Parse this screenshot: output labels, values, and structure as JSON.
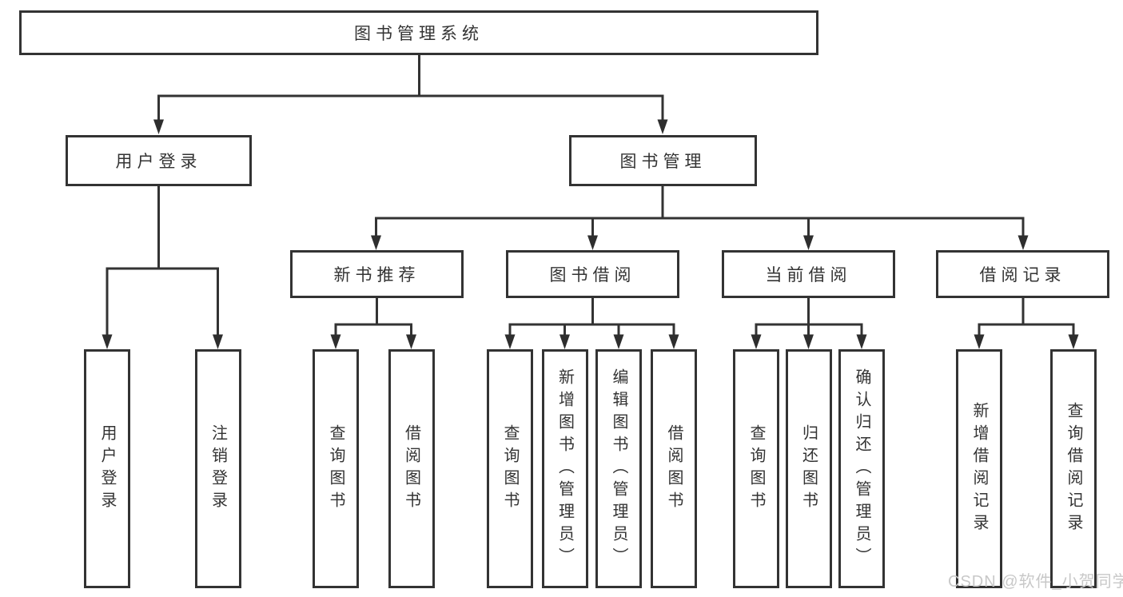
{
  "diagram": {
    "root": {
      "label": "图书管理系统"
    },
    "branches": [
      {
        "label": "用户登录",
        "children": [
          {
            "label": "用户登录"
          },
          {
            "label": "注销登录"
          }
        ]
      },
      {
        "label": "图书管理",
        "children": [
          {
            "label": "新书推荐",
            "children": [
              {
                "label": "查询图书"
              },
              {
                "label": "借阅图书"
              }
            ]
          },
          {
            "label": "图书借阅",
            "children": [
              {
                "label": "查询图书"
              },
              {
                "label": "新增图书（管理员）"
              },
              {
                "label": "编辑图书（管理员）"
              },
              {
                "label": "借阅图书"
              }
            ]
          },
          {
            "label": "当前借阅",
            "children": [
              {
                "label": "查询图书"
              },
              {
                "label": "归还图书"
              },
              {
                "label": "确认归还（管理员）"
              }
            ]
          },
          {
            "label": "借阅记录",
            "children": [
              {
                "label": "新增借阅记录"
              },
              {
                "label": "查询借阅记录"
              }
            ]
          }
        ]
      }
    ]
  },
  "watermark": {
    "text": "CSDN @软件_小贺同学",
    "color": "#c8c8c8"
  },
  "colors": {
    "line": "#333333",
    "box_border": "#333333",
    "text": "#333333",
    "background": "#ffffff",
    "watermark": "#c8c8c8"
  }
}
